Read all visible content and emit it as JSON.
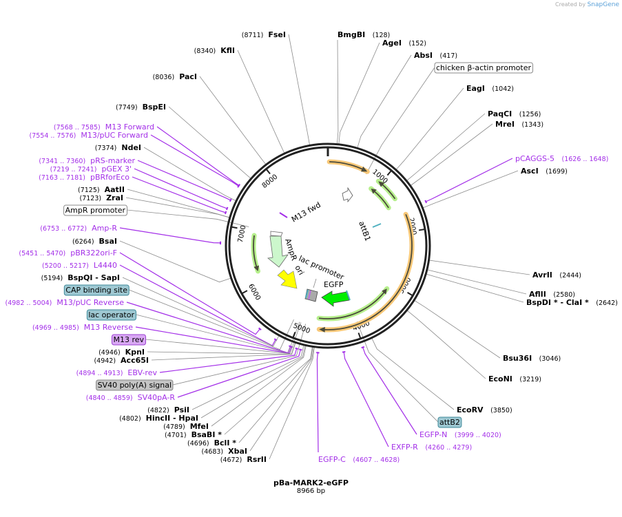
{
  "credit": {
    "prefix": "Created by",
    "brand": "SnapGene"
  },
  "plasmid": {
    "name": "pBa-MARK2-eGFP",
    "length_label": "8966 bp",
    "length": 8966
  },
  "colors": {
    "enzyme": "#000000",
    "primer": "#a32ee8",
    "line": "#8a8a8a",
    "primer_line": "#a32ee8",
    "ring": "#222222",
    "orange": "#f8c878",
    "green_glow": "#b6ef8c",
    "ampr": "#ccf7cc",
    "ori": "#ffff00",
    "egfp": "#00ee00",
    "teal_box": "#9ec8d2",
    "purple_box": "#d9a8f4",
    "gray_box": "#c4c4c4",
    "white_box": "#ffffff"
  },
  "ticks": [
    "1000",
    "2000",
    "3000",
    "4000",
    "5000",
    "6000",
    "7000",
    "8000"
  ],
  "labels": [
    {
      "kind": "enzyme",
      "name": "FseI",
      "pos": "(8711)",
      "site": 8711
    },
    {
      "kind": "enzyme",
      "name": "KflI",
      "pos": "(8340)",
      "site": 8340
    },
    {
      "kind": "enzyme",
      "name": "PacI",
      "pos": "(8036)",
      "site": 8036
    },
    {
      "kind": "enzyme",
      "name": "BspEI",
      "pos": "(7749)",
      "site": 7749
    },
    {
      "kind": "primer",
      "name": "M13 Forward",
      "pos": "(7568 .. 7585)",
      "site": 7576
    },
    {
      "kind": "primer",
      "name": "M13/pUC Forward",
      "pos": "(7554 .. 7576)",
      "site": 7565
    },
    {
      "kind": "enzyme",
      "name": "NdeI",
      "pos": "(7374)",
      "site": 7374
    },
    {
      "kind": "primer",
      "name": "pRS-marker",
      "pos": "(7341 .. 7360)",
      "site": 7350
    },
    {
      "kind": "primer",
      "name": "pGEX 3'",
      "pos": "(7219 .. 7241)",
      "site": 7230
    },
    {
      "kind": "primer",
      "name": "pBRforEco",
      "pos": "(7163 .. 7181)",
      "site": 7172
    },
    {
      "kind": "enzyme",
      "name": "AatII",
      "pos": "(7125)",
      "site": 7125
    },
    {
      "kind": "enzyme",
      "name": "ZraI",
      "pos": "(7123)",
      "site": 7123
    },
    {
      "kind": "feature",
      "name": "AmpR promoter",
      "box": "white_box",
      "site": 7060
    },
    {
      "kind": "primer",
      "name": "Amp-R",
      "pos": "(6753 .. 6772)",
      "site": 6762
    },
    {
      "kind": "enzyme",
      "name": "BsaI",
      "pos": "(6264)",
      "site": 6264
    },
    {
      "kind": "primer",
      "name": "pBR322ori-F",
      "pos": "(5451 .. 5470)",
      "site": 5460
    },
    {
      "kind": "primer",
      "name": "L4440",
      "pos": "(5200 .. 5217)",
      "site": 5208
    },
    {
      "kind": "enzyme",
      "name": "BspQI  - SapI",
      "pos": "(5194)",
      "site": 5194
    },
    {
      "kind": "feature",
      "name": "CAP binding site",
      "box": "teal_box",
      "site": 5100
    },
    {
      "kind": "primer",
      "name": "M13/pUC Reverse",
      "pos": "(4982 .. 5004)",
      "site": 4993
    },
    {
      "kind": "feature",
      "name": "lac operator",
      "box": "teal_box",
      "site": 4990
    },
    {
      "kind": "primer",
      "name": "M13 Reverse",
      "pos": "(4969 .. 4985)",
      "site": 4977
    },
    {
      "kind": "feature",
      "name": "M13 rev",
      "box": "purple_box",
      "site": 4965
    },
    {
      "kind": "enzyme",
      "name": "KpnI",
      "pos": "(4946)",
      "site": 4946
    },
    {
      "kind": "enzyme",
      "name": "Acc65I",
      "pos": "(4942)",
      "site": 4942
    },
    {
      "kind": "primer",
      "name": "EBV-rev",
      "pos": "(4894 .. 4913)",
      "site": 4903
    },
    {
      "kind": "feature",
      "name": "SV40 poly(A) signal",
      "box": "gray_box",
      "site": 4880
    },
    {
      "kind": "primer",
      "name": "SV40pA-R",
      "pos": "(4840 .. 4859)",
      "site": 4850
    },
    {
      "kind": "enzyme",
      "name": "PsiI",
      "pos": "(4822)",
      "site": 4822
    },
    {
      "kind": "enzyme",
      "name": "HincII  - HpaI",
      "pos": "(4802)",
      "site": 4802
    },
    {
      "kind": "enzyme",
      "name": "MfeI",
      "pos": "(4789)",
      "site": 4789
    },
    {
      "kind": "enzyme",
      "name": "BsaBI *",
      "pos": "(4701)",
      "site": 4701
    },
    {
      "kind": "enzyme",
      "name": "BclI *",
      "pos": "(4696)",
      "site": 4696
    },
    {
      "kind": "enzyme",
      "name": "XbaI",
      "pos": "(4683)",
      "site": 4683
    },
    {
      "kind": "enzyme",
      "name": "RsrII",
      "pos": "(4672)",
      "site": 4672
    },
    {
      "kind": "enzyme",
      "name": "BmgBI",
      "pos": "(128)",
      "site": 128
    },
    {
      "kind": "enzyme",
      "name": "AgeI",
      "pos": "(152)",
      "site": 152
    },
    {
      "kind": "enzyme",
      "name": "AbsI",
      "pos": "(417)",
      "site": 417
    },
    {
      "kind": "feature",
      "name": "chicken β-actin promoter",
      "box": "white_box",
      "site": 700
    },
    {
      "kind": "enzyme",
      "name": "EagI",
      "pos": "(1042)",
      "site": 1042
    },
    {
      "kind": "enzyme",
      "name": "PaqCI",
      "pos": "(1256)",
      "site": 1256
    },
    {
      "kind": "enzyme",
      "name": "MreI",
      "pos": "(1343)",
      "site": 1343
    },
    {
      "kind": "primer",
      "name": "pCAGGS-5",
      "pos": "(1626 .. 1648)",
      "site": 1637
    },
    {
      "kind": "enzyme",
      "name": "AscI",
      "pos": "(1699)",
      "site": 1699
    },
    {
      "kind": "enzyme",
      "name": "AvrII",
      "pos": "(2444)",
      "site": 2444
    },
    {
      "kind": "enzyme",
      "name": "AflII",
      "pos": "(2580)",
      "site": 2580
    },
    {
      "kind": "enzyme",
      "name": "BspDI *  - ClaI *",
      "pos": "(2642)",
      "site": 2642
    },
    {
      "kind": "enzyme",
      "name": "Bsu36I",
      "pos": "(3046)",
      "site": 3046
    },
    {
      "kind": "enzyme",
      "name": "EcoNI",
      "pos": "(3219)",
      "site": 3219
    },
    {
      "kind": "enzyme",
      "name": "EcoRV",
      "pos": "(3850)",
      "site": 3850
    },
    {
      "kind": "feature",
      "name": "attB2",
      "box": "teal_box",
      "site": 3960
    },
    {
      "kind": "primer",
      "name": "EGFP-N",
      "pos": "(3999 .. 4020)",
      "site": 4010
    },
    {
      "kind": "primer",
      "name": "EXFP-R",
      "pos": "(4260 .. 4279)",
      "site": 4270
    },
    {
      "kind": "primer",
      "name": "EGFP-C",
      "pos": "(4607 .. 4628)",
      "site": 4617
    }
  ],
  "inner_labels": {
    "m13fwd": "M13 fwd",
    "attb1": "attB1",
    "ampr": "AmpR",
    "lac": "lac promoter",
    "ori": "ori",
    "egfp": "EGFP"
  }
}
